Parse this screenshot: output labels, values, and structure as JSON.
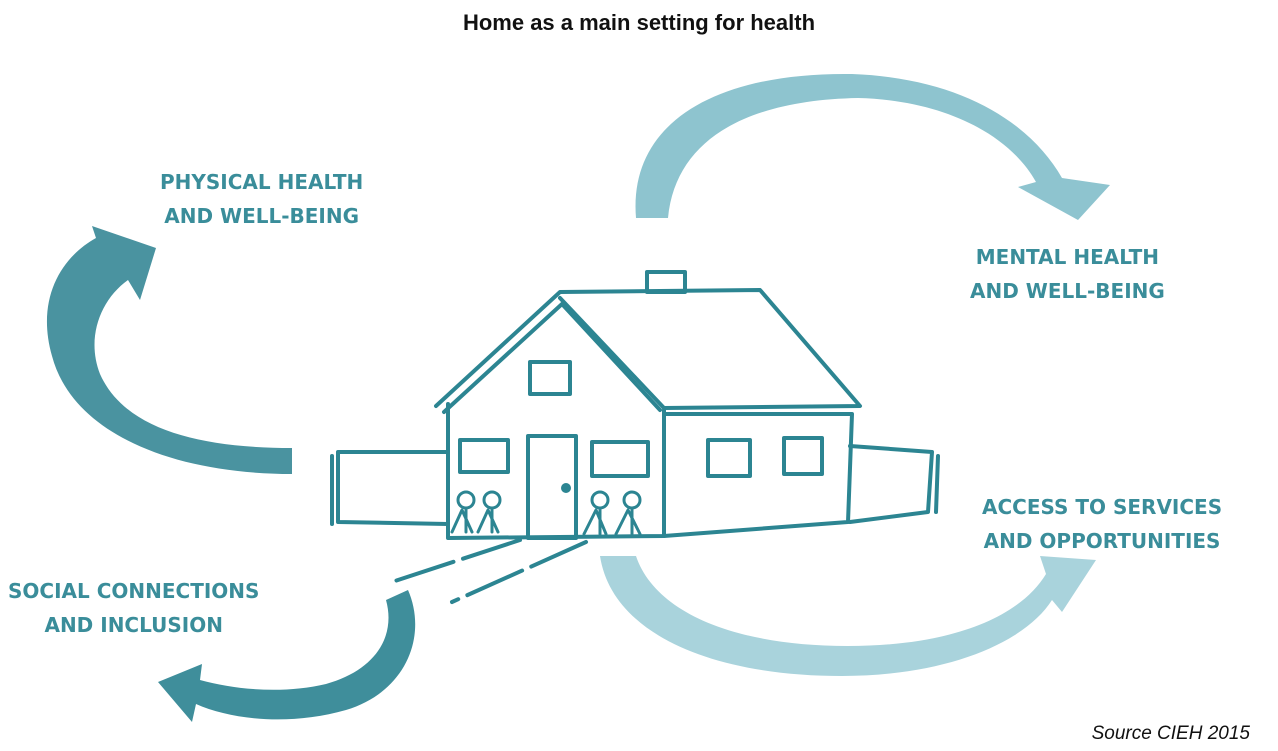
{
  "title": "Home as a main setting for health",
  "labels": {
    "physical": [
      "PHYSICAL HEALTH",
      "AND WELL-BEING"
    ],
    "mental": [
      "MENTAL HEALTH",
      "AND WELL-BEING"
    ],
    "access": [
      "ACCESS TO SERVICES",
      "AND OPPORTUNITIES"
    ],
    "social": [
      "SOCIAL CONNECTIONS",
      "AND INCLUSION"
    ]
  },
  "source": "Source CIEH 2015",
  "colors": {
    "dark_teal": "#3f8e9b",
    "light_teal": "#8ec4cf",
    "pale_teal": "#a9d3dc",
    "house_stroke": "#2c8592",
    "title": "#111111"
  }
}
